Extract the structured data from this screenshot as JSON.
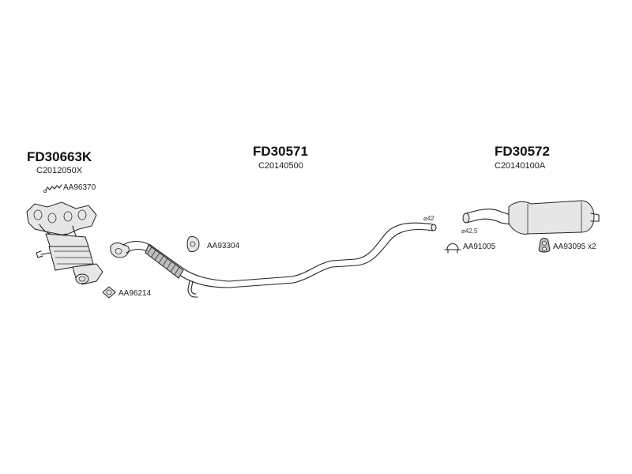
{
  "assemblies": [
    {
      "code": "FD30663K",
      "ref": "C2012050X"
    },
    {
      "code": "FD30571",
      "ref": "C20140500"
    },
    {
      "code": "FD30572",
      "ref": "C20140100A"
    }
  ],
  "parts": {
    "front_spring": "AA96370",
    "front_gasket": "AA96214",
    "middle_gasket": "AA93304",
    "rear_clamp": "AA91005",
    "rear_mount": "AA93095",
    "rear_mount_qty": "x2"
  },
  "dimensions": {
    "middle_outlet": "⌀42",
    "rear_inlet": "⌀42,5"
  },
  "colors": {
    "line": "#222222",
    "part_fill": "#e6e6e6"
  }
}
